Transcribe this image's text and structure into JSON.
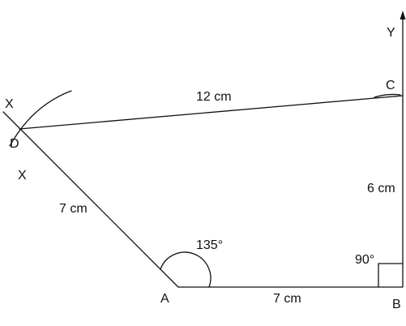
{
  "diagram": {
    "points": {
      "A": "A",
      "B": "B",
      "C": "C",
      "D": "D",
      "X_top": "X",
      "X_lower": "X",
      "Y": "Y"
    },
    "lengths": {
      "AB": "7 cm",
      "BC": "6 cm",
      "CD": "12 cm",
      "AD": "7 cm"
    },
    "angles": {
      "A": "135°",
      "B": "90°"
    }
  }
}
